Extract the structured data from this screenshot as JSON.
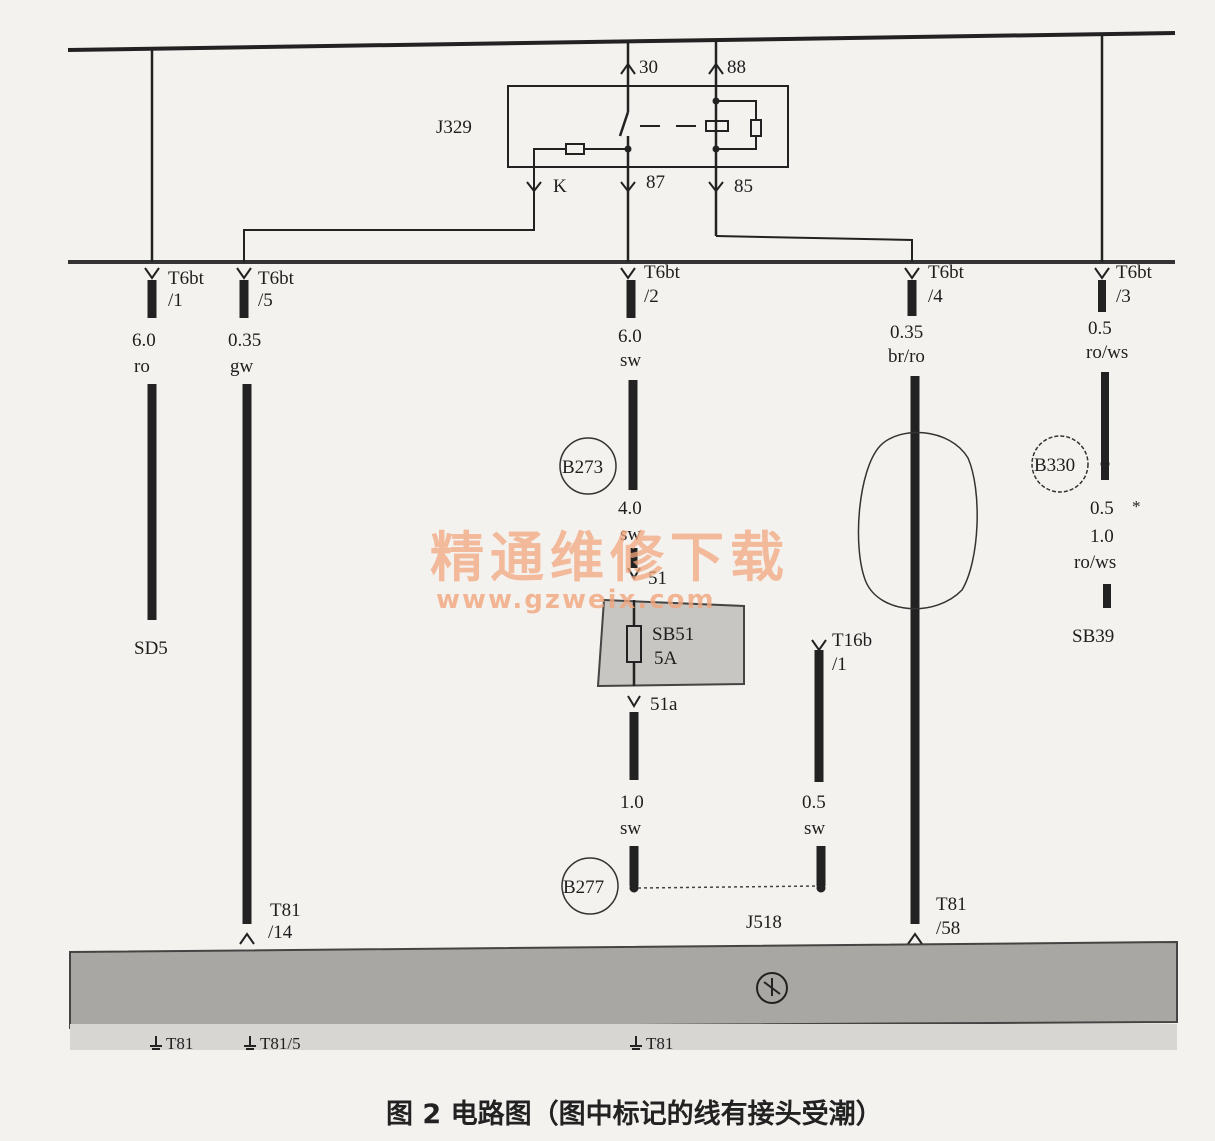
{
  "relay": {
    "name": "J329",
    "pins": {
      "p30": "30",
      "p88": "88",
      "k": "K",
      "p87": "87",
      "p85": "85"
    }
  },
  "connectors": {
    "c1": {
      "name": "T6bt",
      "pin": "/1",
      "size": "6.0",
      "color": "ro",
      "dest": "SD5"
    },
    "c5": {
      "name": "T6bt",
      "pin": "/5",
      "size": "0.35",
      "color": "gw"
    },
    "c2": {
      "name": "T6bt",
      "pin": "/2",
      "size": "6.0",
      "color": "sw"
    },
    "c4": {
      "name": "T6bt",
      "pin": "/4",
      "size": "0.35",
      "color": "br/ro"
    },
    "c3": {
      "name": "T6bt",
      "pin": "/3",
      "size": "0.5",
      "color": "ro/ws",
      "dest": "SB39"
    }
  },
  "splices": {
    "b273": "B273",
    "b330": "B330",
    "b277": "B277"
  },
  "b273_out": {
    "size": "4.0",
    "color": "sw"
  },
  "b330_out": {
    "size_a": "0.5",
    "star": "*",
    "size_b": "1.0",
    "color": "ro/ws"
  },
  "fuse": {
    "in_pin": "51",
    "name": "SB51",
    "rating": "5A",
    "out_pin": "51a"
  },
  "sb51_out": {
    "size": "1.0",
    "color": "sw"
  },
  "t16b": {
    "name": "T16b",
    "pin": "/1",
    "size": "0.5",
    "color": "sw"
  },
  "j518": "J518",
  "t81_14": {
    "name": "T81",
    "pin": "/14"
  },
  "t81_58": {
    "name": "T81",
    "pin": "/58"
  },
  "ground_labels": [
    "T81",
    "T81/5",
    "T81"
  ],
  "watermark": {
    "cn": "精通维修下载",
    "url": "www.gzweix.com"
  },
  "caption": "图 2  电路图（图中标记的线有接头受潮）"
}
